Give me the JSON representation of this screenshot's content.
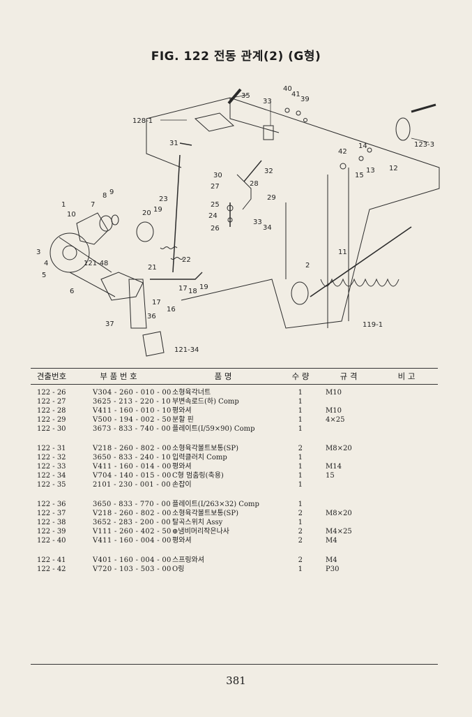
{
  "figure": {
    "title": "FIG. 122 전동 관계(2) (G형)",
    "callouts": [
      "35",
      "40",
      "41",
      "39",
      "33",
      "128-1",
      "31",
      "30",
      "32",
      "123-3",
      "14",
      "42",
      "13",
      "15",
      "12",
      "28",
      "27",
      "29",
      "25",
      "24",
      "26",
      "33",
      "34",
      "23",
      "1",
      "10",
      "7",
      "8",
      "9",
      "20",
      "19",
      "22",
      "21",
      "3",
      "4",
      "5",
      "121-48",
      "2",
      "11",
      "6",
      "17",
      "18",
      "19",
      "16",
      "17",
      "36",
      "37",
      "121-34",
      "119-1"
    ]
  },
  "table": {
    "headers": {
      "index": "견출번호",
      "part": "부 품 번 호",
      "name": "품 명",
      "qty": "수 량",
      "spec": "규 격",
      "remark": "비 고"
    },
    "rows": [
      {
        "no": "122 - 26",
        "part": "V304 - 260 - 010 - 00",
        "name": "소형육각너트",
        "qty": "1",
        "spec": "M10"
      },
      {
        "no": "122 - 27",
        "part": "3625 - 213 - 220 - 10",
        "name": "부변속로드(하) Comp",
        "qty": "1",
        "spec": ""
      },
      {
        "no": "122 - 28",
        "part": "V411 - 160 - 010 - 10",
        "name": "평와셔",
        "qty": "1",
        "spec": "M10"
      },
      {
        "no": "122 - 29",
        "part": "V500 - 194 - 002 - 50",
        "name": "분할 핀",
        "qty": "1",
        "spec": "4×25"
      },
      {
        "no": "122 - 30",
        "part": "3673 - 833 - 740 - 00",
        "name": "플레이트(I/59×90) Comp",
        "qty": "1",
        "spec": ""
      },
      {
        "no": "122 - 31",
        "part": "V218 - 260 - 802 - 00",
        "name": "소형육각볼트보통(SP)",
        "qty": "2",
        "spec": "M8×20"
      },
      {
        "no": "122 - 32",
        "part": "3650 - 833 - 240 - 10",
        "name": "입력클러치 Comp",
        "qty": "1",
        "spec": ""
      },
      {
        "no": "122 - 33",
        "part": "V411 - 160 - 014 - 00",
        "name": "평와셔",
        "qty": "1",
        "spec": "M14"
      },
      {
        "no": "122 - 34",
        "part": "V704 - 140 - 015 - 00",
        "name": "C형 멈춤링(축용)",
        "qty": "1",
        "spec": "15"
      },
      {
        "no": "122 - 35",
        "part": "2101 - 230 - 001 - 00",
        "name": "손잡이",
        "qty": "1",
        "spec": ""
      },
      {
        "no": "122 - 36",
        "part": "3650 - 833 - 770 - 00",
        "name": "플레이트(I/263×32) Comp",
        "qty": "1",
        "spec": ""
      },
      {
        "no": "122 - 37",
        "part": "V218 - 260 - 802 - 00",
        "name": "소형육각볼트보통(SP)",
        "qty": "2",
        "spec": "M8×20"
      },
      {
        "no": "122 - 38",
        "part": "3652 - 283 - 200 - 00",
        "name": "탈곡스위치 Assy",
        "qty": "1",
        "spec": ""
      },
      {
        "no": "122 - 39",
        "part": "V111 - 260 - 402 - 50",
        "name": "⊕냄비머리작은나사",
        "qty": "2",
        "spec": "M4×25"
      },
      {
        "no": "122 - 40",
        "part": "V411 - 160 - 004 - 00",
        "name": "평와셔",
        "qty": "2",
        "spec": "M4"
      },
      {
        "no": "122 - 41",
        "part": "V401 - 160 - 004 - 00",
        "name": "스프링와셔",
        "qty": "2",
        "spec": "M4"
      },
      {
        "no": "122 - 42",
        "part": "V720 - 103 - 503 - 00",
        "name": "O링",
        "qty": "1",
        "spec": "P30"
      }
    ]
  },
  "page_number": "381"
}
